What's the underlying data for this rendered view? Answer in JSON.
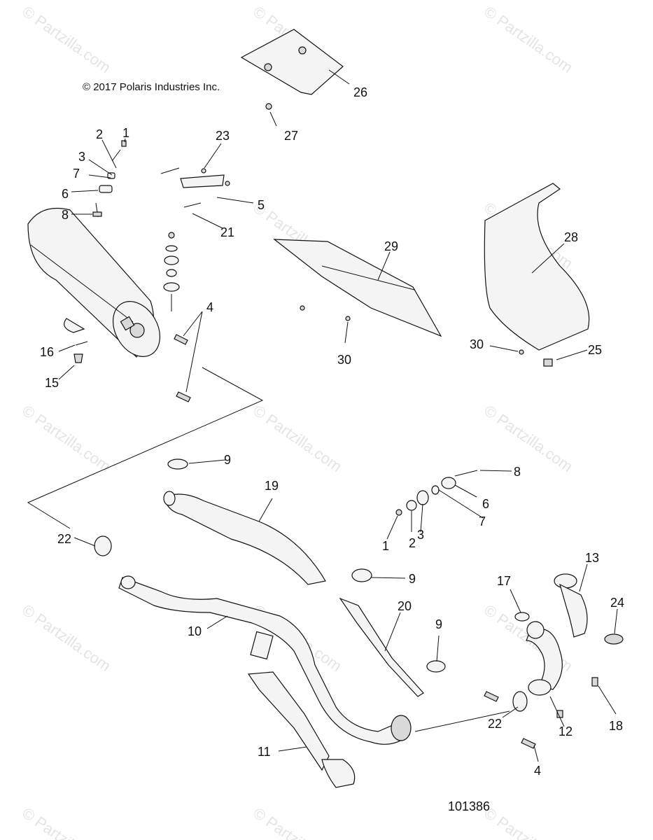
{
  "copyright": "© 2017 Polaris Industries Inc.",
  "figure_number": "101386",
  "watermark": "© Partzilla.com",
  "callouts": {
    "c1a": "1",
    "c2a": "2",
    "c3a": "3",
    "c7a": "7",
    "c6a": "6",
    "c8a": "8",
    "c23": "23",
    "c5": "5",
    "c21": "21",
    "c26": "26",
    "c27": "27",
    "c4a": "4",
    "c29": "29",
    "c28": "28",
    "c30a": "30",
    "c30b": "30",
    "c25": "25",
    "c16": "16",
    "c15": "15",
    "c9a": "9",
    "c19": "19",
    "c8b": "8",
    "c6b": "6",
    "c7b": "7",
    "c1b": "1",
    "c2b": "2",
    "c3b": "3",
    "c22a": "22",
    "c9b": "9",
    "c13": "13",
    "c17": "17",
    "c24": "24",
    "c20": "20",
    "c10": "10",
    "c9c": "9",
    "c11": "11",
    "c22b": "22",
    "c12": "12",
    "c18": "18",
    "c4b": "4"
  }
}
